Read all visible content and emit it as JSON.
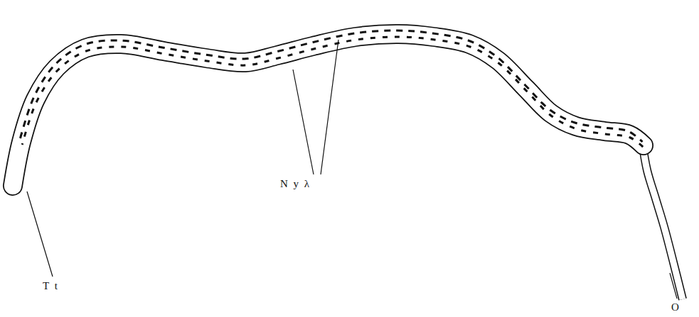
{
  "diagram": {
    "labels": [
      "T t",
      "N y λ",
      "O"
    ]
  }
}
